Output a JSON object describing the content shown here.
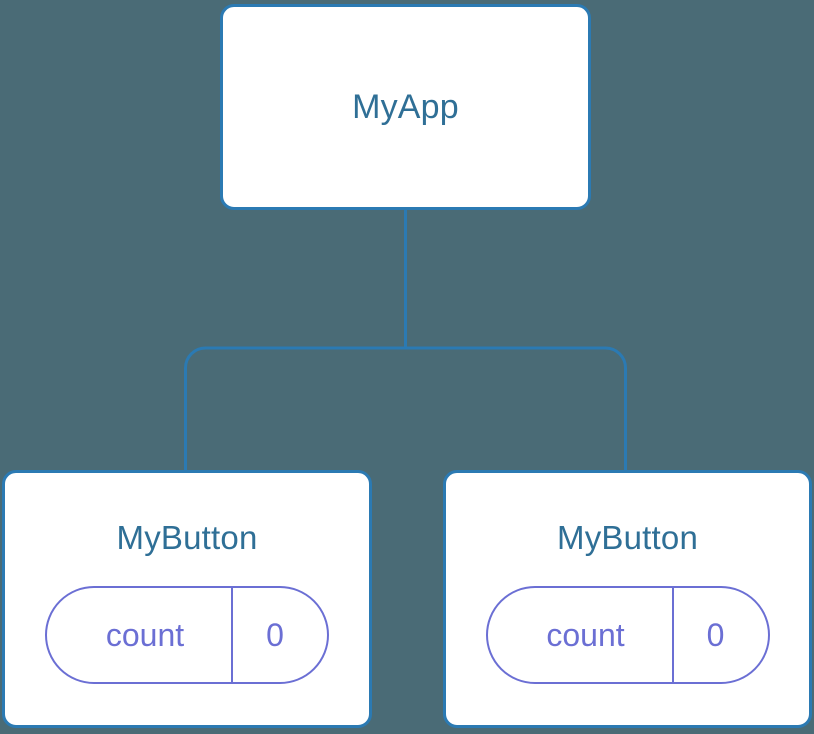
{
  "diagram": {
    "type": "component-tree",
    "background_color": "#4a6b76",
    "edge_color": "#2b7ab3",
    "card_border_color": "#2b7ab3",
    "card_fill_color": "#ffffff",
    "title_color": "#2f6f96",
    "pill_color": "#6b6fd4",
    "root": {
      "label": "MyApp"
    },
    "children": [
      {
        "label": "MyButton",
        "state": {
          "key": "count",
          "value": "0"
        }
      },
      {
        "label": "MyButton",
        "state": {
          "key": "count",
          "value": "0"
        }
      }
    ]
  }
}
